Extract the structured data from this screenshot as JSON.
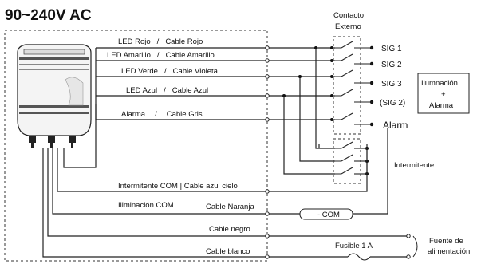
{
  "title": "90~240V AC",
  "contact_label_line1": "Contacto",
  "contact_label_line2": "Externo",
  "wires": {
    "red": [
      "LED Rojo",
      "/",
      "Cable Rojo"
    ],
    "yellow": [
      "LED Amarillo",
      "/",
      "Cable Amarillo"
    ],
    "green": [
      "LED Verde",
      "/",
      "Cable Violeta"
    ],
    "blue": [
      "LED Azul",
      "/",
      "Cable Azul"
    ],
    "alarm": [
      "Alarma",
      "/",
      "Cable Gris"
    ],
    "intermittent_com": "Intermitente  COM  |  Cable azul cielo",
    "illumination_com_left": "Iliminación  COM",
    "illumination_com_right": "Cable Naranja",
    "black": "Cable negro",
    "white": "Cable blanco"
  },
  "signals": [
    "SIG 1",
    "SIG 2",
    "SIG 3",
    "(SIG 2)",
    "Alarm"
  ],
  "legend_box": [
    "Ilumnación",
    "+",
    "Alarma"
  ],
  "intermittent_label": "Intermitente",
  "com_box": "- COM",
  "fuse_label": "Fusible 1 A",
  "power_label_line1": "Fuente de",
  "power_label_line2": "alimentación"
}
